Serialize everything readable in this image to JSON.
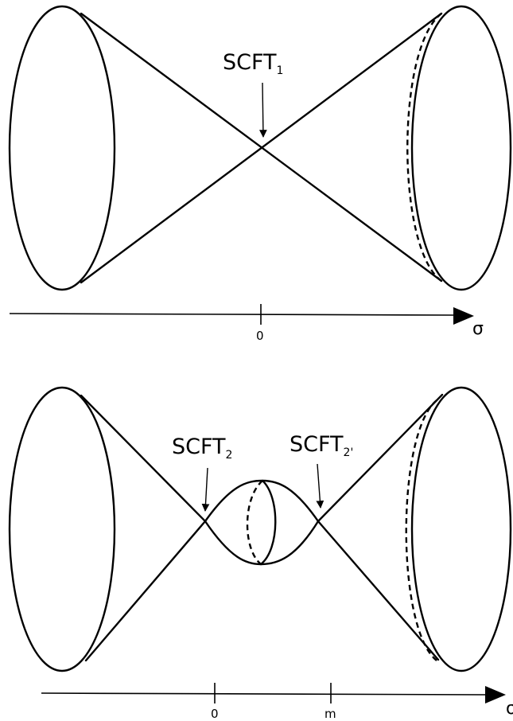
{
  "top": {
    "label_main": "SCFT",
    "label_sub": "1",
    "axis": {
      "tick_0": "0",
      "axis_label": "σ"
    }
  },
  "bottom": {
    "label_left_main": "SCFT",
    "label_left_sub": "2",
    "label_right_main": "SCFT",
    "label_right_sub": "2'",
    "axis": {
      "tick_0": "0",
      "tick_m": "m",
      "axis_label": "σ"
    }
  }
}
